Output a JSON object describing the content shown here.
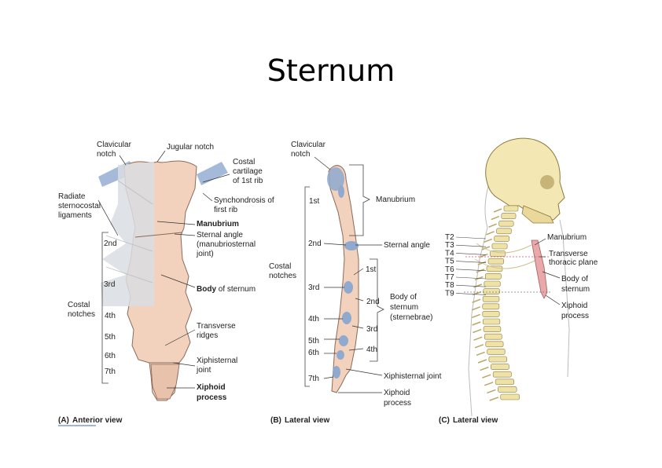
{
  "slide": {
    "title": "Sternum"
  },
  "panelA": {
    "caption_letter": "(A)",
    "caption": "Anterior view",
    "labels": {
      "clavicular_notch_1": "Clavicular",
      "clavicular_notch_2": "notch",
      "jugular_notch": "Jugular notch",
      "costal_cartilage_1": "Costal",
      "costal_cartilage_2": "cartilage",
      "costal_cartilage_3": "of 1st rib",
      "radiate_1": "Radiate",
      "radiate_2": "sternocostal",
      "radiate_3": "ligaments",
      "synchondrosis_1": "Synchondrosis of",
      "synchondrosis_2": "first rib",
      "manubrium": "Manubrium",
      "sternal_angle_1": "Sternal angle",
      "sternal_angle_2": "(manubriosternal",
      "sternal_angle_3": "joint)",
      "body_bold": "Body",
      "body_rest": " of sternum",
      "transverse_1": "Transverse",
      "transverse_2": "ridges",
      "xiphisternal_1": "Xiphisternal",
      "xiphisternal_2": "joint",
      "xiphoid_1": "Xiphoid",
      "xiphoid_2": "process",
      "costal_notches_1": "Costal",
      "costal_notches_2": "notches"
    },
    "notches": [
      "2nd",
      "3rd",
      "4th",
      "5th",
      "6th",
      "7th"
    ]
  },
  "panelB": {
    "caption_letter": "(B)",
    "caption": "Lateral view",
    "labels": {
      "clavicular_notch_1": "Clavicular",
      "clavicular_notch_2": "notch",
      "first": "1st",
      "manubrium": "Manubrium",
      "sternal_angle": "Sternal angle",
      "costal_notches_1": "Costal",
      "costal_notches_2": "notches",
      "body_1": "Body of",
      "body_2": "sternum",
      "body_3": "(sternebrae)",
      "xiphisternal": "Xiphisternal joint",
      "xiphoid_1": "Xiphoid",
      "xiphoid_2": "process"
    },
    "notches": [
      "2nd",
      "3rd",
      "4th",
      "5th",
      "6th",
      "7th"
    ],
    "sternebrae": [
      "1st",
      "2nd",
      "3rd",
      "4th"
    ]
  },
  "panelC": {
    "caption_letter": "(C)",
    "caption": "Lateral view",
    "vertebrae": [
      "T2",
      "T3",
      "T4",
      "T5",
      "T6",
      "T7",
      "T8",
      "T9"
    ],
    "labels": {
      "manubrium": "Manubrium",
      "transverse_1": "Transverse",
      "transverse_2": "thoracic plane",
      "body_1": "Body of",
      "body_2": "sternum",
      "xiphoid_1": "Xiphoid",
      "xiphoid_2": "process"
    }
  },
  "colors": {
    "bone": "#f2d2bd",
    "bone_edge": "#8a6a5a",
    "cartilage": "#8fa9cf",
    "ligament": "#d9dde2",
    "skull": "#f3e7b4",
    "vertebra": "#efe2a6",
    "skin_line": "#bbbbbb",
    "plane_line": "#d0507a"
  }
}
